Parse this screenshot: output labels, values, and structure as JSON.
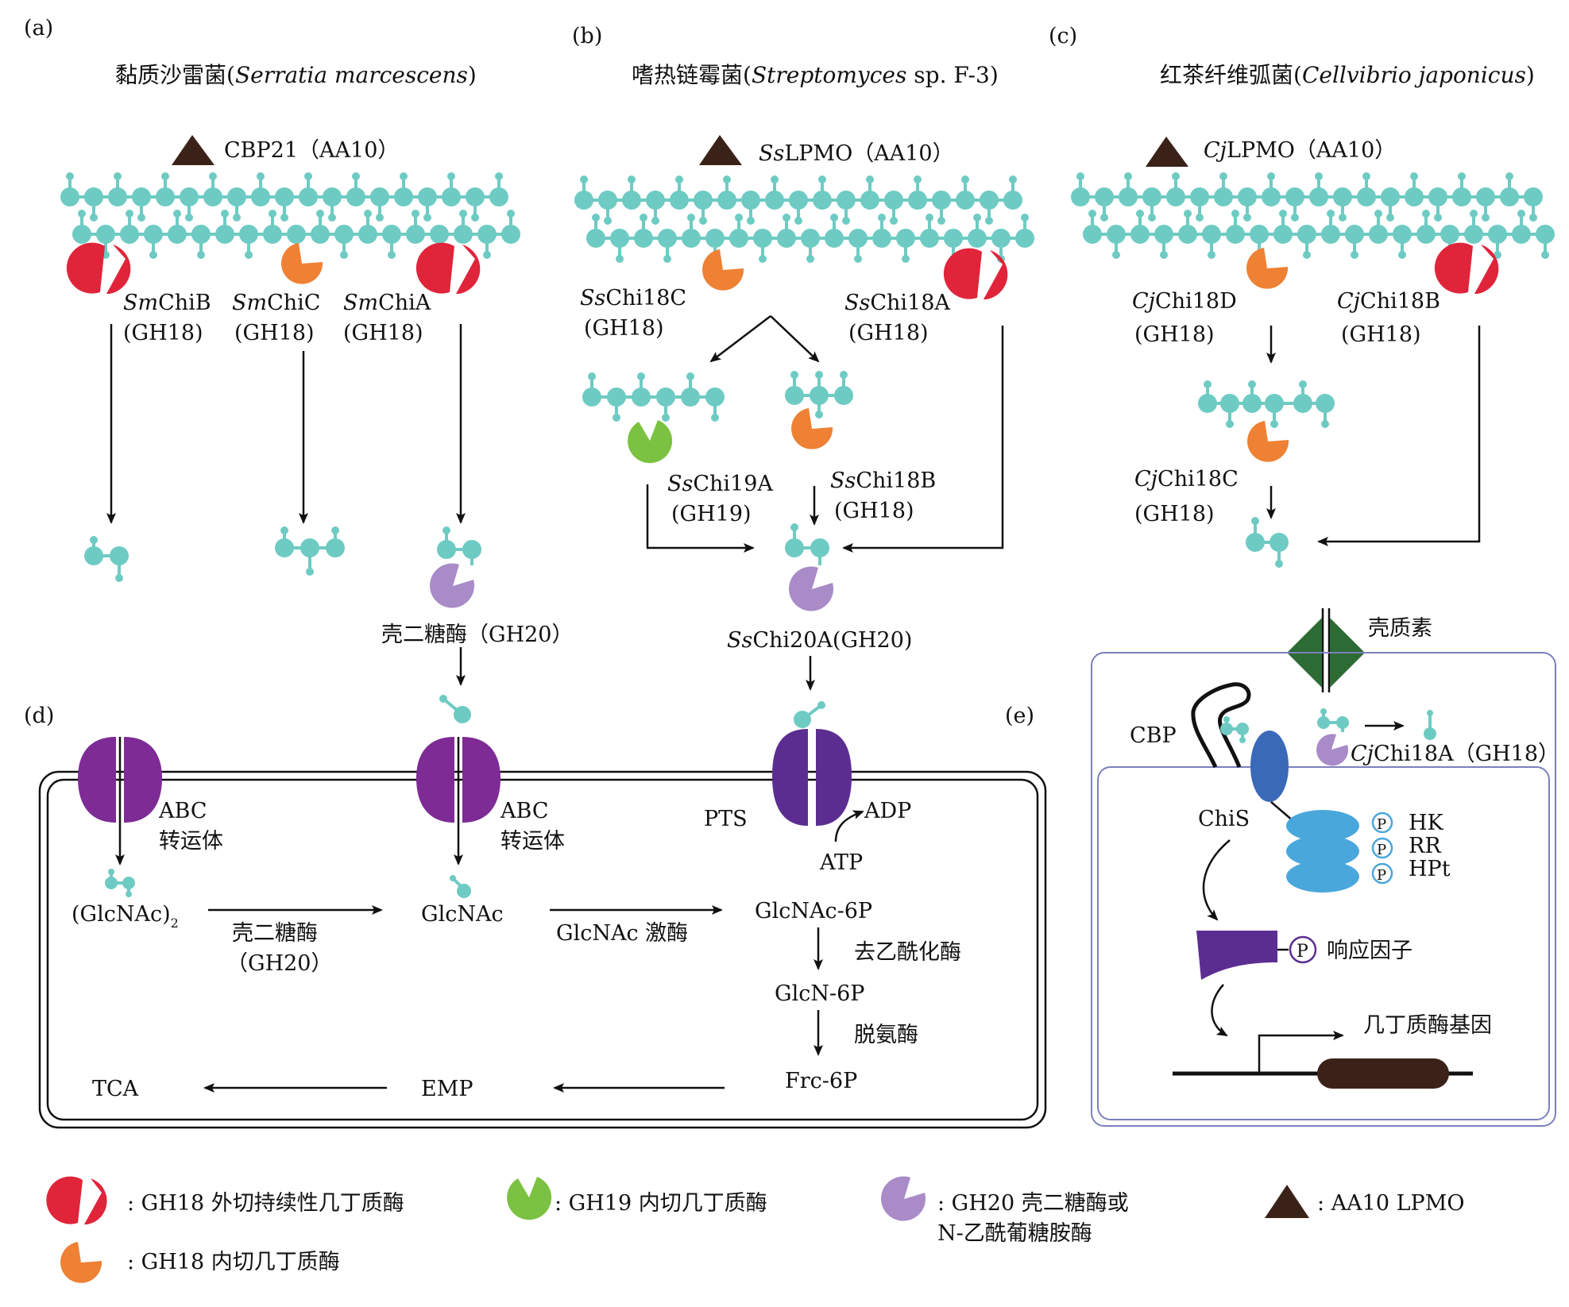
{
  "panels": {
    "a": {
      "tag": "(a)",
      "organism_cn": "黏质沙雷菌",
      "organism_latin": "Serratia marcescens",
      "lpmo_name": "CBP21",
      "lpmo_family": "AA10",
      "enzymes": [
        {
          "prefix": "Sm",
          "name": "ChiB",
          "family": "(GH18)"
        },
        {
          "prefix": "Sm",
          "name": "ChiC",
          "family": "(GH18)"
        },
        {
          "prefix": "Sm",
          "name": "ChiA",
          "family": "(GH18)"
        }
      ],
      "chitobiase": "壳二糖酶（GH20）"
    },
    "b": {
      "tag": "(b)",
      "organism_cn": "嗜热链霉菌",
      "organism_latin": "Streptomyces",
      "organism_strain": "sp. F-3",
      "lpmo_prefix": "Ss",
      "lpmo_name": "LPMO",
      "lpmo_family": "AA10",
      "enzymes": [
        {
          "prefix": "Ss",
          "name": "Chi18C",
          "family": "(GH18)"
        },
        {
          "prefix": "Ss",
          "name": "Chi18A",
          "family": "(GH18)"
        },
        {
          "prefix": "Ss",
          "name": "Chi19A",
          "family": "(GH19)"
        },
        {
          "prefix": "Ss",
          "name": "Chi18B",
          "family": "(GH18)"
        },
        {
          "prefix": "Ss",
          "name": "Chi20A",
          "family": "(GH20)"
        }
      ]
    },
    "c": {
      "tag": "(c)",
      "organism_cn": "红茶纤维弧菌",
      "organism_latin": "Cellvibrio japonicus",
      "lpmo_prefix": "Cj",
      "lpmo_name": "LPMO",
      "lpmo_family": "AA10",
      "enzymes": [
        {
          "prefix": "Cj",
          "name": "Chi18D",
          "family": "(GH18)"
        },
        {
          "prefix": "Cj",
          "name": "Chi18B",
          "family": "(GH18)"
        },
        {
          "prefix": "Cj",
          "name": "Chi18C",
          "family": "(GH18)"
        }
      ]
    },
    "d": {
      "tag": "(d)",
      "transporter1": [
        "ABC",
        "转运体"
      ],
      "transporter2": [
        "ABC",
        "转运体"
      ],
      "pts": "PTS",
      "adp": "ADP",
      "atp": "ATP",
      "glcnac2": "(GlcNAc)",
      "glcnac2_sub": "2",
      "chitobiase": [
        "壳二糖酶",
        "（GH20）"
      ],
      "glcnac": "GlcNAc",
      "kinase": "GlcNAc 激酶",
      "glcnac6p": "GlcNAc-6P",
      "deacetylase": "去乙酰化酶",
      "glcn6p": "GlcN-6P",
      "deaminase": "脱氨酶",
      "frc6p": "Frc-6P",
      "emp": "EMP",
      "tca": "TCA"
    },
    "e": {
      "tag": "(e)",
      "chitin": "壳质素",
      "cbp": "CBP",
      "chis": "ChiS",
      "hk": "HK",
      "rr": "RR",
      "hpt": "HPt",
      "p": "P",
      "enzyme_prefix": "Cj",
      "enzyme": "Chi18A（GH18）",
      "response": "响应因子",
      "gene": "几丁质酶基因"
    }
  },
  "legend": [
    {
      "icon": "gh18-exo-icon",
      "text": ": GH18 外切持续性几丁质酶"
    },
    {
      "icon": "gh19-icon",
      "text": ": GH19 内切几丁质酶"
    },
    {
      "icon": "gh20-icon",
      "text": [
        ": GH20 壳二糖酶或",
        "N-乙酰葡糖胺酶"
      ]
    },
    {
      "icon": "aa10-icon",
      "text": ": AA10 LPMO"
    },
    {
      "icon": "gh18-endo-icon",
      "text": ": GH18 内切几丁质酶"
    }
  ],
  "colors": {
    "chitin": "#6ecbc3",
    "gh18_exo": "#e0243a",
    "gh18_endo": "#ee8133",
    "gh19": "#7cc242",
    "gh20": "#a98bc8",
    "lpmo": "#3b2218",
    "transporter": "#7e2b95",
    "pts": "#5c2d91",
    "chis_tm": "#3a69b8",
    "chis_domains": "#4aa7dc",
    "response_regulator": "#5c2d91",
    "gene": "#3b2218",
    "chitin_sensor": "#2d6b35",
    "cell_border": "#7b80bd"
  }
}
